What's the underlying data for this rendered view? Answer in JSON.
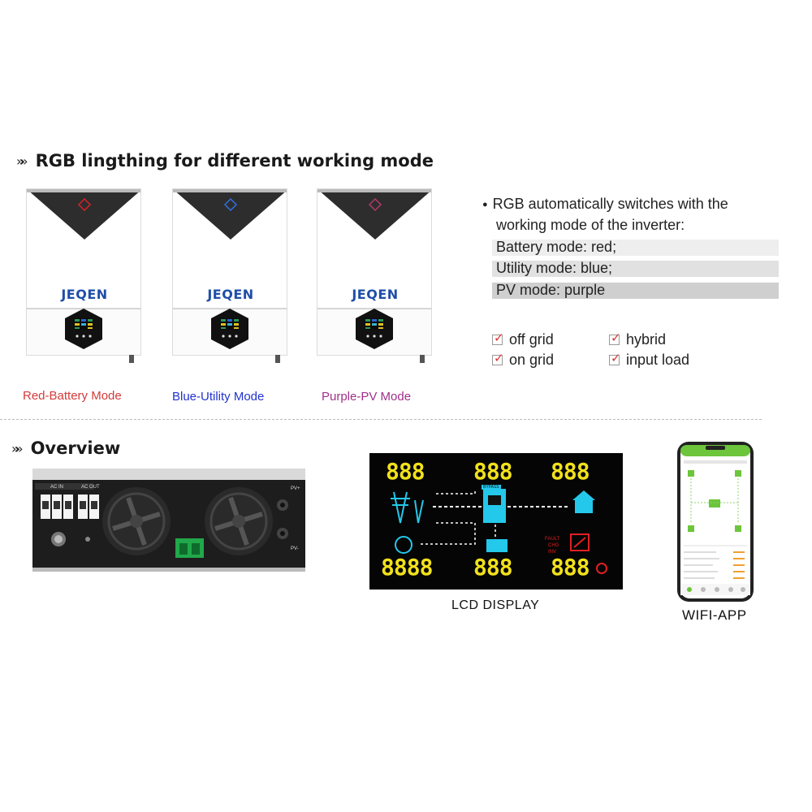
{
  "section1": {
    "title": "RGB lingthing for different working mode",
    "chevron": "»»"
  },
  "inverters": [
    {
      "brand": "JEQEN",
      "mode_label": "Red-Battery Mode",
      "label_color": "#d43a3a",
      "led_color": "#d8202a"
    },
    {
      "brand": "JEQEN",
      "mode_label": "Blue-Utility Mode",
      "label_color": "#2233cc",
      "led_color": "#2f6fe0"
    },
    {
      "brand": "JEQEN",
      "mode_label": "Purple-PV Mode",
      "label_color": "#a0308a",
      "led_color": "#b03a6a"
    }
  ],
  "info": {
    "bullet": "●",
    "line1": "RGB automatically switches with the",
    "line2": "working mode of the inverter:",
    "modes": [
      "Battery mode: red;",
      "Utility mode: blue;",
      "PV mode: purple"
    ],
    "bar_colors": [
      "#eeeeee",
      "#e1e1e1",
      "#cfcfcf"
    ]
  },
  "features": [
    {
      "label": "off grid"
    },
    {
      "label": "hybrid"
    },
    {
      "label": "on grid"
    },
    {
      "label": "input load"
    }
  ],
  "section2": {
    "title": "Overview",
    "chevron": "»»"
  },
  "device": {
    "ac_in": "AC IN",
    "ac_out": "AC OUT",
    "pv_plus": "PV+",
    "pv_minus": "PV-"
  },
  "lcd": {
    "caption": "LCD DISPLAY",
    "digits3": "888",
    "digits4": "8888",
    "fault": "FAULT",
    "chg": "CHG",
    "inv": "INV",
    "bypass": "BYPASS"
  },
  "app": {
    "caption": "WIFI-APP"
  },
  "colors": {
    "lcd_bg": "#050505",
    "segment": "#f1e11a",
    "cyan": "#23c8ea",
    "blue_text": "#2a58d8",
    "red": "#e02020",
    "app_green": "#6cc53a"
  }
}
